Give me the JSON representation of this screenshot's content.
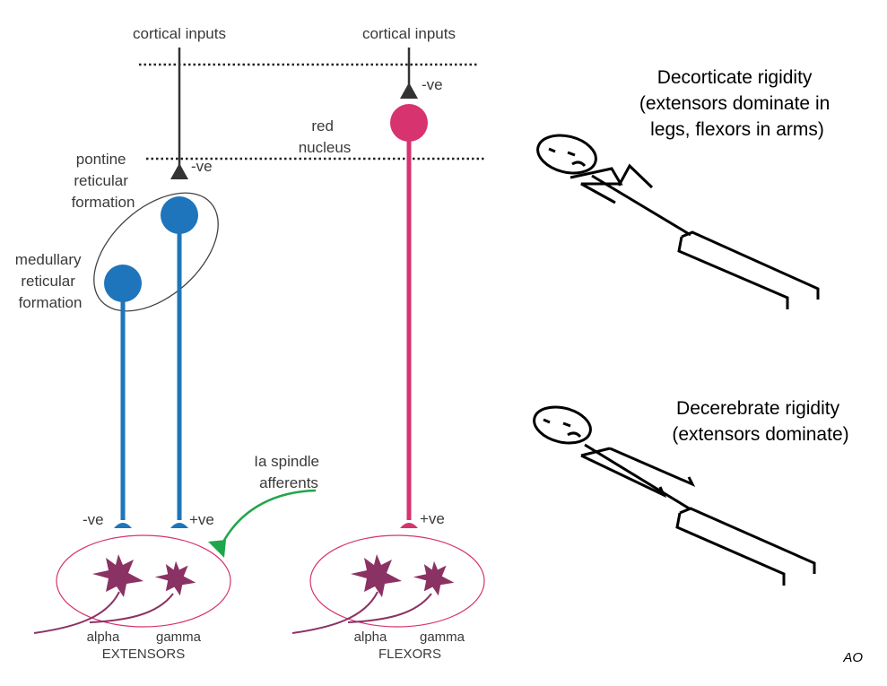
{
  "colors": {
    "blue": "#1e75bb",
    "magenta": "#d6336f",
    "green": "#1fa64a",
    "neuron": "#8b3264",
    "dark": "#333333",
    "ellipse_pink": "#d6336f"
  },
  "left_column": {
    "cortical_inputs": "cortical inputs",
    "inhibit_sign": "-ve",
    "pontine": [
      "pontine",
      "reticular",
      "formation"
    ],
    "medullary": [
      "medullary",
      "reticular",
      "formation"
    ],
    "alpha_sign": "-ve",
    "gamma_sign": "+ve",
    "alpha": "alpha",
    "gamma": "gamma",
    "group": "EXTENSORS"
  },
  "right_column": {
    "cortical_inputs": "cortical inputs",
    "inhibit_sign": "-ve",
    "red_nucleus": [
      "red",
      "nucleus"
    ],
    "output_sign": "+ve",
    "alpha": "alpha",
    "gamma": "gamma",
    "group": "FLEXORS"
  },
  "spindle": [
    "Ia spindle",
    "afferents"
  ],
  "decorticate": {
    "lines": [
      "Decorticate rigidity",
      "(extensors dominate in",
      "legs, flexors in arms)"
    ]
  },
  "decerebrate": {
    "lines": [
      "Decerebrate rigidity",
      "(extensors dominate)"
    ]
  },
  "signature": "AO"
}
